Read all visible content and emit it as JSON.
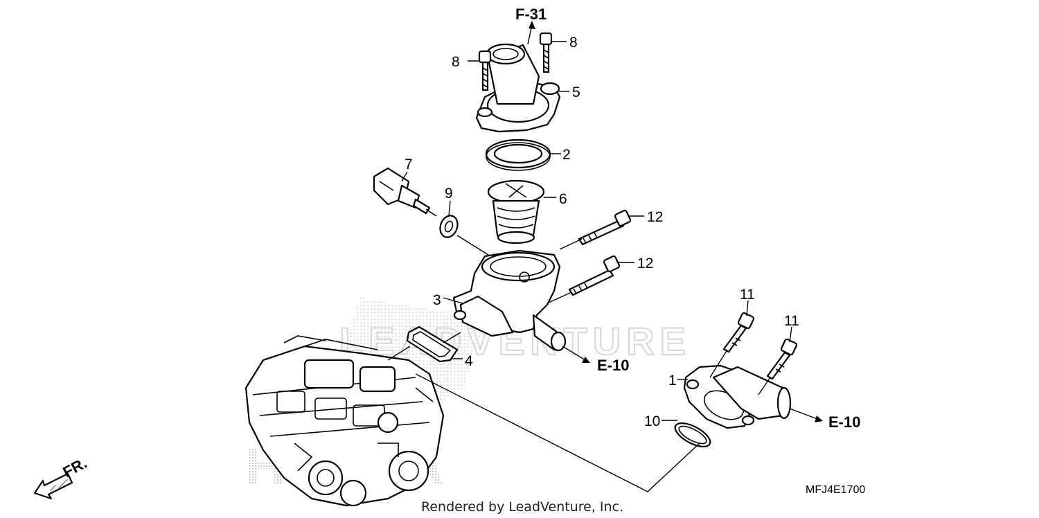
{
  "callouts": {
    "c1": "1",
    "c2": "2",
    "c3": "3",
    "c4": "4",
    "c5": "5",
    "c6": "6",
    "c7": "7",
    "c8a": "8",
    "c8b": "8",
    "c9": "9",
    "c10": "10",
    "c11a": "11",
    "c11b": "11",
    "c12a": "12",
    "c12b": "12"
  },
  "references": {
    "top": "F-31",
    "middle": "E-10",
    "right": "E-10"
  },
  "direction_label": "FR.",
  "watermark": "LEADVENTURE",
  "brand_watermark": "HONDA",
  "diagram_code": "MFJ4E1700",
  "credit": "Rendered by LeadVenture, Inc.",
  "colors": {
    "line": "#000000",
    "shading": "#bdbdbd",
    "watermark": "#d6d6d6"
  }
}
